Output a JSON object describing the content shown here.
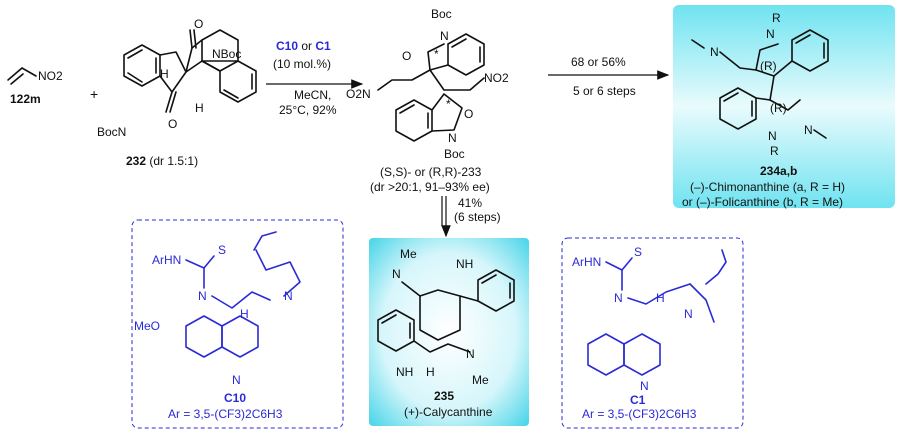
{
  "reactant_left": {
    "formula": "NO2",
    "label": "122m"
  },
  "plus": "+",
  "substrate": {
    "boc_top": "NBoc",
    "boc_left": "BocN",
    "h1": "H",
    "h2": "H",
    "label": "232",
    "dr": "(dr 1.5:1)"
  },
  "conditions1": {
    "catalyst_a": "C10",
    "or": "or",
    "catalyst_b": "C1",
    "loading": "(10 mol.%)",
    "solvent": "MeCN,",
    "temp_yield": "25°C, 92%"
  },
  "product233": {
    "boc_top": "Boc",
    "boc_bottom": "Boc",
    "o2n": "O2N",
    "no2": "NO2",
    "n_top": "N",
    "n_bottom": "N",
    "o_top": "O",
    "o_bottom": "O",
    "star": "*",
    "line1": "(S,S)- or (R,R)-233",
    "line2": "(dr >20:1, 91–93% ee)"
  },
  "arrow_right": {
    "top": "68 or 56%",
    "bottom": "5 or 6 steps"
  },
  "arrow_down": {
    "yield": "41%",
    "steps": "(6 steps)"
  },
  "product234": {
    "r_top": "R",
    "r_bottom": "R",
    "n": "N",
    "r_stereo": "(R)",
    "label": "234a,b",
    "name1": "(–)-Chimonanthine (a, R = H)",
    "name2": "or (–)-Folicanthine (b, R = Me)",
    "bg_color": "#7fe8f2"
  },
  "product235": {
    "me": "Me",
    "nh": "NH",
    "n": "N",
    "h": "H",
    "label": "235",
    "name": "(+)-Calycanthine",
    "bg_color": "#4fd8ea"
  },
  "catalyst_c10": {
    "arhn": "ArHN",
    "s": "S",
    "nh": "N",
    "h": "H",
    "meo": "MeO",
    "label": "C10",
    "ar": "Ar = 3,5-(CF3)2C6H3"
  },
  "catalyst_c1": {
    "arhn": "ArHN",
    "s": "S",
    "nh": "N",
    "h": "H",
    "label": "C1",
    "ar": "Ar = 3,5-(CF3)2C6H3"
  },
  "colors": {
    "catalyst_blue": "#2a2ad6",
    "highlight": "#7fe8f2"
  }
}
